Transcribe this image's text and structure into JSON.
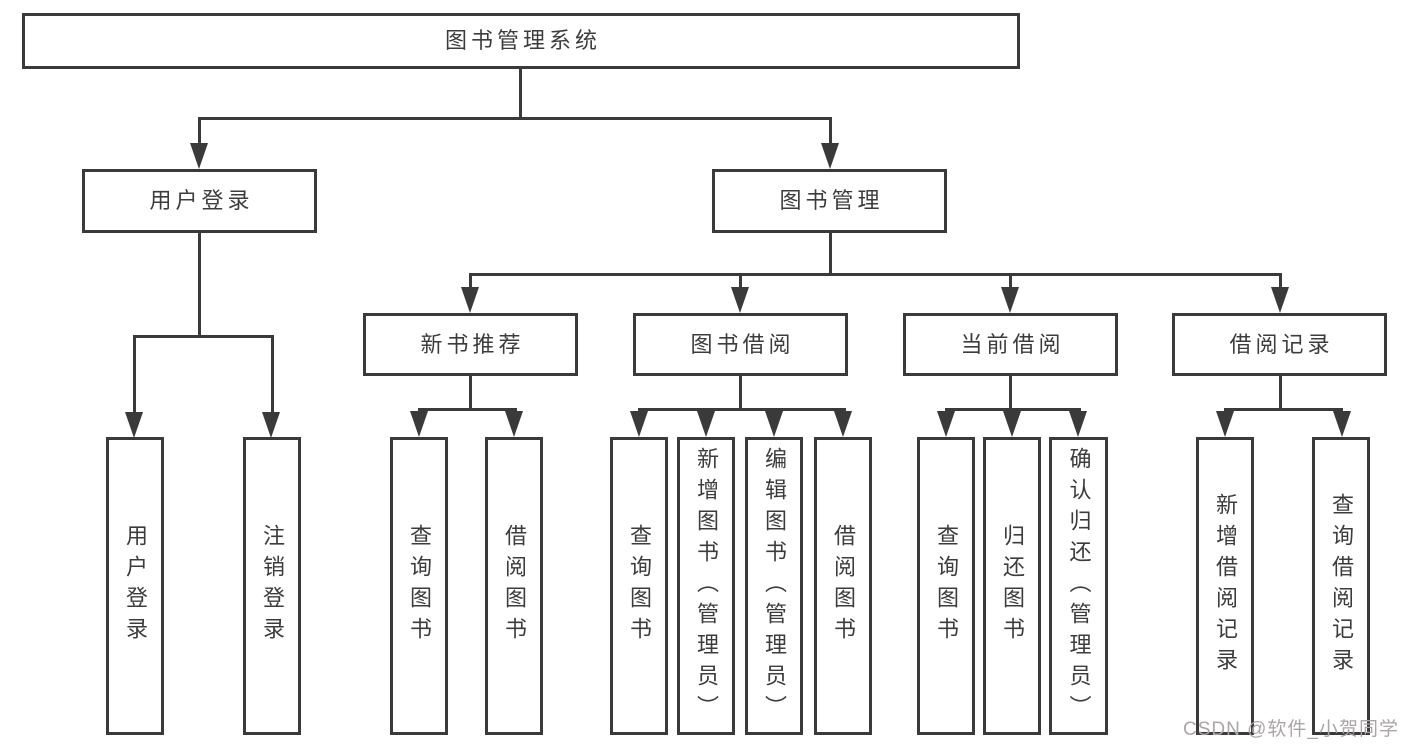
{
  "diagram": {
    "root": {
      "label": "图书管理系统"
    },
    "level2": [
      {
        "label": "用户登录"
      },
      {
        "label": "图书管理"
      }
    ],
    "level3": [
      {
        "label": "新书推荐"
      },
      {
        "label": "图书借阅"
      },
      {
        "label": "当前借阅"
      },
      {
        "label": "借阅记录"
      }
    ],
    "leaves": {
      "login": [
        {
          "label": "用户登录"
        },
        {
          "label": "注销登录"
        }
      ],
      "recommend": [
        {
          "label": "查询图书"
        },
        {
          "label": "借阅图书"
        }
      ],
      "borrow": [
        {
          "label": "查询图书"
        },
        {
          "label": "新增图书（管理员）"
        },
        {
          "label": "编辑图书（管理员）"
        },
        {
          "label": "借阅图书"
        }
      ],
      "current": [
        {
          "label": "查询图书"
        },
        {
          "label": "归还图书"
        },
        {
          "label": "确认归还（管理员）"
        }
      ],
      "records": [
        {
          "label": "新增借阅记录"
        },
        {
          "label": "查询借阅记录"
        }
      ]
    },
    "watermark": "CSDN @软件_小贺同学",
    "colors": {
      "line": "#3a3a3a",
      "text": "#3c3c3c",
      "watermark": "#aba6a6",
      "background": "#ffffff"
    }
  }
}
